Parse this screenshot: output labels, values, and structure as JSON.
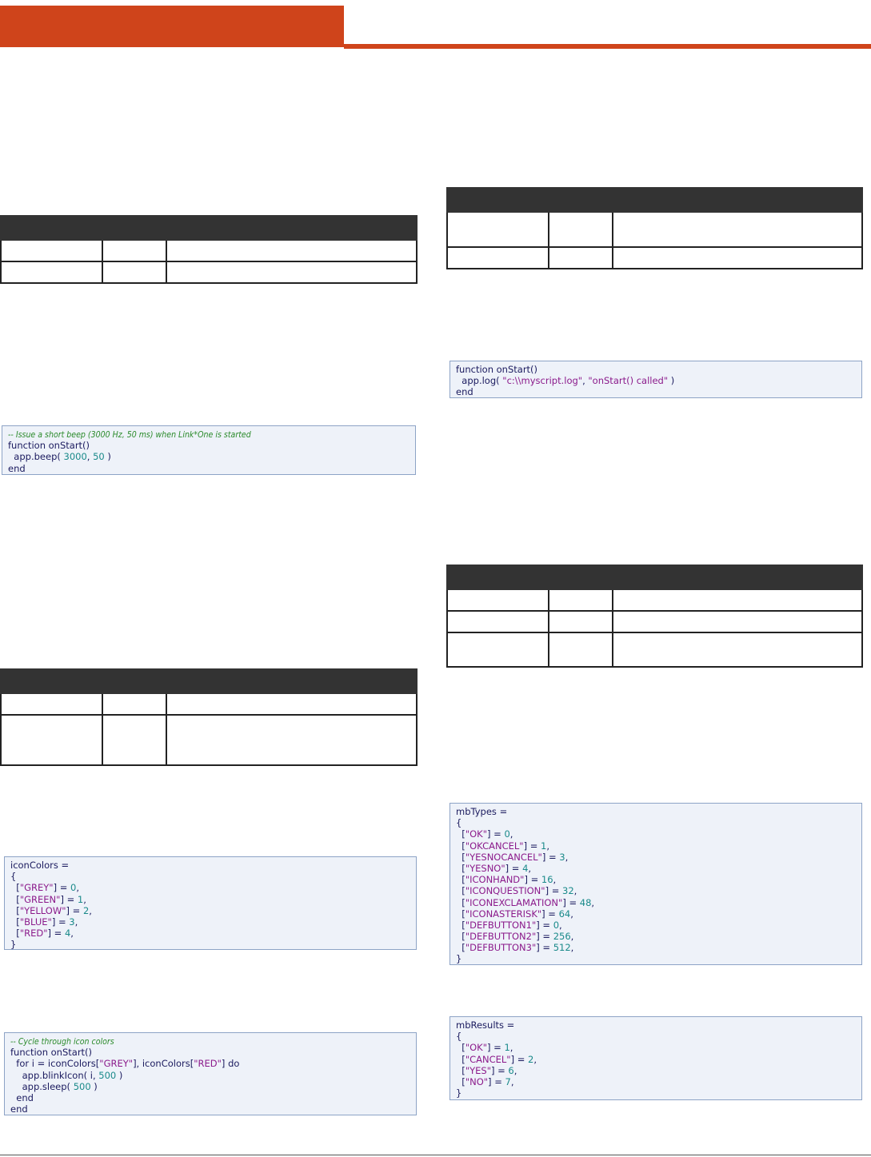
{
  "colors": {
    "accent": "#cf441b",
    "table_header": "#333333",
    "code_bg": "#eef2f9",
    "code_border": "#8da3c6"
  },
  "code_blocks": {
    "beep": [
      [
        {
          "t": "-- Issue a short beep (3000 Hz, 50 ms) when Link*One is started",
          "c": "comment"
        }
      ],
      [
        {
          "t": "function onStart()"
        }
      ],
      [
        {
          "t": "  app.beep( "
        },
        {
          "t": "3000",
          "c": "num"
        },
        {
          "t": ", "
        },
        {
          "t": "50",
          "c": "num"
        },
        {
          "t": " )"
        }
      ],
      [
        {
          "t": "end"
        }
      ]
    ],
    "log": [
      [
        {
          "t": "function onStart()"
        }
      ],
      [
        {
          "t": "  app.log( "
        },
        {
          "t": "\"c:\\\\myscript.log\"",
          "c": "str"
        },
        {
          "t": ", "
        },
        {
          "t": "\"onStart() called\"",
          "c": "str"
        },
        {
          "t": " )"
        }
      ],
      [
        {
          "t": "end"
        }
      ]
    ],
    "iconColors": [
      [
        {
          "t": "iconColors ="
        }
      ],
      [
        {
          "t": "{"
        }
      ],
      [
        {
          "t": "  ["
        },
        {
          "t": "\"GREY\"",
          "c": "str"
        },
        {
          "t": "] = "
        },
        {
          "t": "0",
          "c": "num"
        },
        {
          "t": ","
        }
      ],
      [
        {
          "t": "  ["
        },
        {
          "t": "\"GREEN\"",
          "c": "str"
        },
        {
          "t": "] = "
        },
        {
          "t": "1",
          "c": "num"
        },
        {
          "t": ","
        }
      ],
      [
        {
          "t": "  ["
        },
        {
          "t": "\"YELLOW\"",
          "c": "str"
        },
        {
          "t": "] = "
        },
        {
          "t": "2",
          "c": "num"
        },
        {
          "t": ","
        }
      ],
      [
        {
          "t": "  ["
        },
        {
          "t": "\"BLUE\"",
          "c": "str"
        },
        {
          "t": "] = "
        },
        {
          "t": "3",
          "c": "num"
        },
        {
          "t": ","
        }
      ],
      [
        {
          "t": "  ["
        },
        {
          "t": "\"RED\"",
          "c": "str"
        },
        {
          "t": "] = "
        },
        {
          "t": "4",
          "c": "num"
        },
        {
          "t": ","
        }
      ],
      [
        {
          "t": "}"
        }
      ]
    ],
    "cycle": [
      [
        {
          "t": "-- Cycle through icon colors",
          "c": "comment"
        }
      ],
      [
        {
          "t": "function onStart()"
        }
      ],
      [
        {
          "t": "  for i = iconColors["
        },
        {
          "t": "\"GREY\"",
          "c": "str"
        },
        {
          "t": "], iconColors["
        },
        {
          "t": "\"RED\"",
          "c": "str"
        },
        {
          "t": "] do"
        }
      ],
      [
        {
          "t": "    app.blinkIcon( i, "
        },
        {
          "t": "500",
          "c": "num"
        },
        {
          "t": " )"
        }
      ],
      [
        {
          "t": "    app.sleep( "
        },
        {
          "t": "500",
          "c": "num"
        },
        {
          "t": " )"
        }
      ],
      [
        {
          "t": "  end"
        }
      ],
      [
        {
          "t": "end"
        }
      ]
    ],
    "mbTypes": [
      [
        {
          "t": "mbTypes ="
        }
      ],
      [
        {
          "t": "{"
        }
      ],
      [
        {
          "t": "  ["
        },
        {
          "t": "\"OK\"",
          "c": "str"
        },
        {
          "t": "] = "
        },
        {
          "t": "0",
          "c": "num"
        },
        {
          "t": ","
        }
      ],
      [
        {
          "t": "  ["
        },
        {
          "t": "\"OKCANCEL\"",
          "c": "str"
        },
        {
          "t": "] = "
        },
        {
          "t": "1",
          "c": "num"
        },
        {
          "t": ","
        }
      ],
      [
        {
          "t": "  ["
        },
        {
          "t": "\"YESNOCANCEL\"",
          "c": "str"
        },
        {
          "t": "] = "
        },
        {
          "t": "3",
          "c": "num"
        },
        {
          "t": ","
        }
      ],
      [
        {
          "t": "  ["
        },
        {
          "t": "\"YESNO\"",
          "c": "str"
        },
        {
          "t": "] = "
        },
        {
          "t": "4",
          "c": "num"
        },
        {
          "t": ","
        }
      ],
      [
        {
          "t": "  ["
        },
        {
          "t": "\"ICONHAND\"",
          "c": "str"
        },
        {
          "t": "] = "
        },
        {
          "t": "16",
          "c": "num"
        },
        {
          "t": ","
        }
      ],
      [
        {
          "t": "  ["
        },
        {
          "t": "\"ICONQUESTION\"",
          "c": "str"
        },
        {
          "t": "] = "
        },
        {
          "t": "32",
          "c": "num"
        },
        {
          "t": ","
        }
      ],
      [
        {
          "t": "  ["
        },
        {
          "t": "\"ICONEXCLAMATION\"",
          "c": "str"
        },
        {
          "t": "] = "
        },
        {
          "t": "48",
          "c": "num"
        },
        {
          "t": ","
        }
      ],
      [
        {
          "t": "  ["
        },
        {
          "t": "\"ICONASTERISK\"",
          "c": "str"
        },
        {
          "t": "] = "
        },
        {
          "t": "64",
          "c": "num"
        },
        {
          "t": ","
        }
      ],
      [
        {
          "t": "  ["
        },
        {
          "t": "\"DEFBUTTON1\"",
          "c": "str"
        },
        {
          "t": "] = "
        },
        {
          "t": "0",
          "c": "num"
        },
        {
          "t": ","
        }
      ],
      [
        {
          "t": "  ["
        },
        {
          "t": "\"DEFBUTTON2\"",
          "c": "str"
        },
        {
          "t": "] = "
        },
        {
          "t": "256",
          "c": "num"
        },
        {
          "t": ","
        }
      ],
      [
        {
          "t": "  ["
        },
        {
          "t": "\"DEFBUTTON3\"",
          "c": "str"
        },
        {
          "t": "] = "
        },
        {
          "t": "512",
          "c": "num"
        },
        {
          "t": ","
        }
      ],
      [
        {
          "t": "}"
        }
      ]
    ],
    "mbResults": [
      [
        {
          "t": "mbResults ="
        }
      ],
      [
        {
          "t": "{"
        }
      ],
      [
        {
          "t": "  ["
        },
        {
          "t": "\"OK\"",
          "c": "str"
        },
        {
          "t": "] = "
        },
        {
          "t": "1",
          "c": "num"
        },
        {
          "t": ","
        }
      ],
      [
        {
          "t": "  ["
        },
        {
          "t": "\"CANCEL\"",
          "c": "str"
        },
        {
          "t": "] = "
        },
        {
          "t": "2",
          "c": "num"
        },
        {
          "t": ","
        }
      ],
      [
        {
          "t": "  ["
        },
        {
          "t": "\"YES\"",
          "c": "str"
        },
        {
          "t": "] = "
        },
        {
          "t": "6",
          "c": "num"
        },
        {
          "t": ","
        }
      ],
      [
        {
          "t": "  ["
        },
        {
          "t": "\"NO\"",
          "c": "str"
        },
        {
          "t": "] = "
        },
        {
          "t": "7",
          "c": "num"
        },
        {
          "t": ","
        }
      ],
      [
        {
          "t": "}"
        }
      ]
    ]
  }
}
